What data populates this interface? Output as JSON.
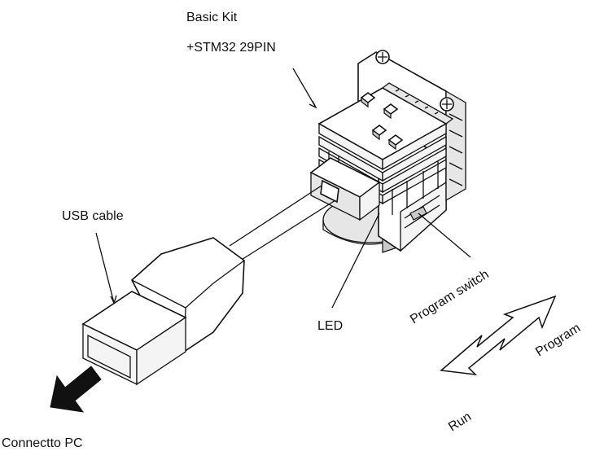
{
  "labels": {
    "basic_kit": "Basic Kit",
    "stm32": "+STM32  29PIN",
    "usb_cable": "USB cable",
    "led": "LED",
    "program_switch": "Program switch",
    "program": "Program",
    "run": "Run",
    "connect_to_pc": "Connectto PC"
  },
  "colors": {
    "line": "#111111",
    "arrow_pc": "#111111",
    "background": "#ffffff"
  },
  "icons": {
    "pc_arrow": "thick-arrow-down-left",
    "mode_arrow": "double-headed-outline-arrow"
  }
}
